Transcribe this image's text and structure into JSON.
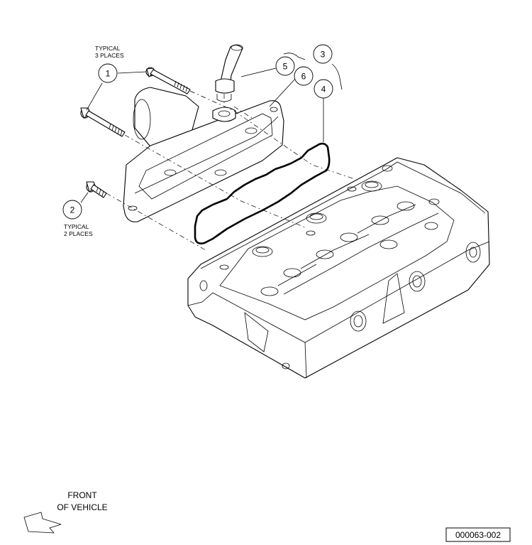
{
  "notes": {
    "typical_3_line1": "TYPICAL",
    "typical_3_line2": "3 PLACES",
    "typical_2_line1": "TYPICAL",
    "typical_2_line2": "2 PLACES"
  },
  "callouts": [
    "1",
    "2",
    "3",
    "4",
    "5",
    "6"
  ],
  "front": {
    "line1": "FRONT",
    "line2": "OF VEHICLE"
  },
  "reference_number": "000063-002"
}
